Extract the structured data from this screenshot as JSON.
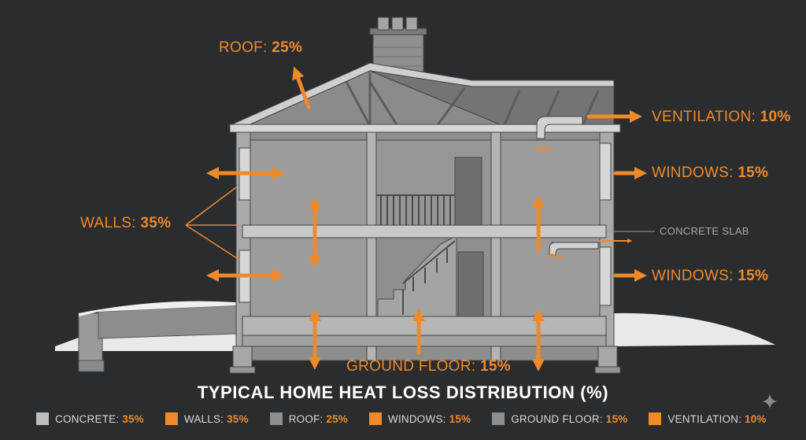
{
  "title": "TYPICAL HOME HEAT LOSS DISTRIBUTION (%)",
  "callouts": {
    "roof": {
      "label": "ROOF:",
      "value": "25%"
    },
    "ventilation": {
      "label": "VENTILATION:",
      "value": "10%"
    },
    "windows_upper": {
      "label": "WINDOWS:",
      "value": "15%"
    },
    "windows_lower": {
      "label": "WINDOWS:",
      "value": "15%"
    },
    "walls": {
      "label": "WALLS:",
      "value": "35%"
    },
    "ground_floor": {
      "label": "GROUND FLOOR:",
      "value": "15%"
    },
    "concrete_slab": "CONCRETE SLAB"
  },
  "legend": [
    {
      "label": "CONCRETE:",
      "value": "35%",
      "color": "#bdbdbd"
    },
    {
      "label": "WALLS:",
      "value": "35%",
      "color": "#ee8a2a"
    },
    {
      "label": "ROOF:",
      "value": "25%",
      "color": "#8e8e8e"
    },
    {
      "label": "WINDOWS:",
      "value": "15%",
      "color": "#ee8a2a"
    },
    {
      "label": "GROUND FLOOR:",
      "value": "15%",
      "color": "#8e8e8e"
    },
    {
      "label": "VENTILATION:",
      "value": "10%",
      "color": "#ee8a2a"
    }
  ],
  "colors": {
    "accent": "#ee8a2a",
    "background": "#2b2c2e"
  }
}
